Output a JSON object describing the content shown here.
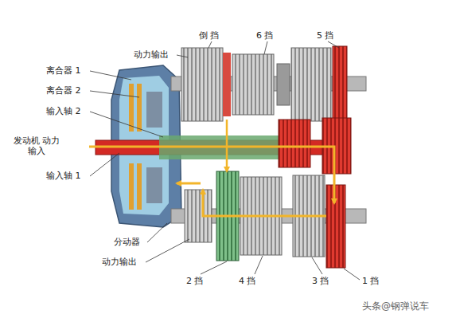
{
  "diagram": {
    "labels": [
      "倒 挡",
      "6 挡",
      "5 挡",
      "动力输出",
      "离合器 1",
      "离合器 2",
      "输入轴 2",
      "发动机 动力输入",
      "输入轴 1",
      "分动器",
      "动力输出",
      "2 挡",
      "4 挡",
      "3 挡",
      "1 挡",
      "头条@钢弹说车"
    ]
  }
}
